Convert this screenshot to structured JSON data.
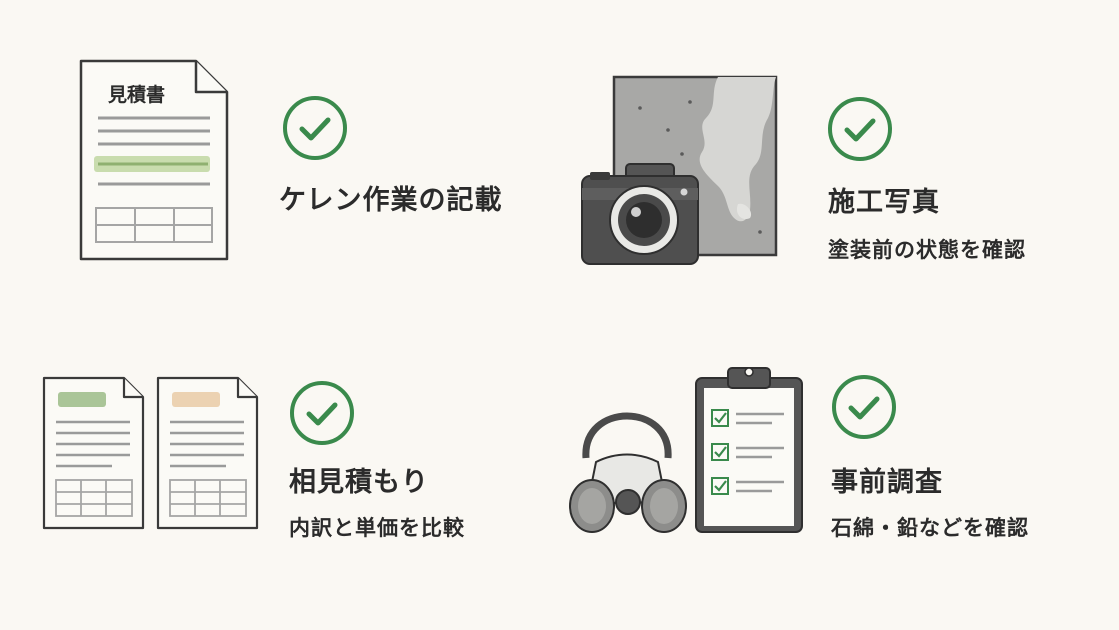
{
  "colors": {
    "background": "#faf8f3",
    "check_green": "#3a8a4c",
    "highlight_green": "#c9dcae",
    "highlight_orange": "#ecd2b2",
    "text": "#2b2b2b"
  },
  "items": [
    {
      "title": "ケレン作業の記載",
      "subtitle": "",
      "icon": "estimate-document-icon",
      "doc_title": "見積書"
    },
    {
      "title": "施工写真",
      "subtitle": "塗装前の状態を確認",
      "icon": "camera-concrete-icon"
    },
    {
      "title": "相見積もり",
      "subtitle": "内訳と単価を比較",
      "icon": "two-documents-icon"
    },
    {
      "title": "事前調査",
      "subtitle": "石綿・鉛などを確認",
      "icon": "respirator-clipboard-icon"
    }
  ]
}
